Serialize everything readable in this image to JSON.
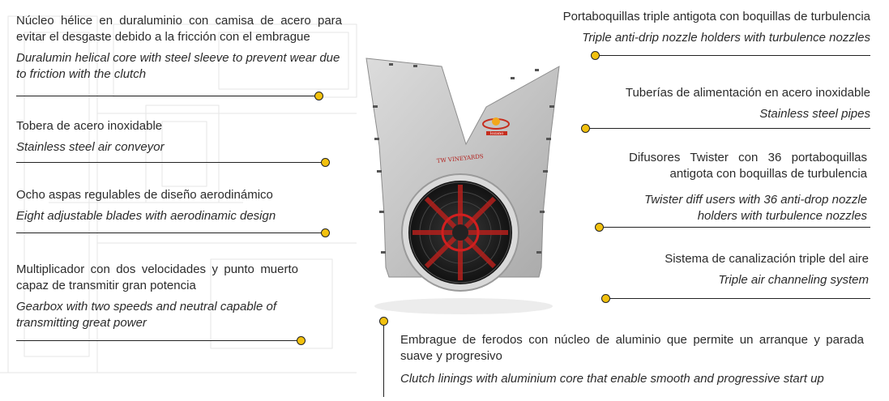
{
  "callouts": {
    "core": {
      "es": "Núcleo hélice en duraluminio con camisa de acero para evitar el desgaste debido a la fricción con el embrague",
      "en": "Duralumin helical core with steel sleeve to prevent wear due to friction with the clutch"
    },
    "nozzle": {
      "es": "Tobera de acero inoxidable",
      "en": "Stainless steel air conveyor"
    },
    "blades": {
      "es": "Ocho aspas regulables de diseño aerodinámico",
      "en": "Eight adjustable blades with aerodinamic design"
    },
    "gearbox": {
      "es": "Multiplicador con dos velocidades y punto muerto capaz de transmitir gran potencia",
      "en": "Gearbox with two speeds and neutral capable of transmitting great power"
    },
    "holders": {
      "es": "Portaboquillas triple antigota con boquillas de turbulencia",
      "en": "Triple anti-drip nozzle holders with turbulence nozzles"
    },
    "pipes": {
      "es": "Tuberías de alimentación en acero inoxidable",
      "en": "Stainless steel pipes"
    },
    "diffusers": {
      "es": "Difusores Twister con 36 portaboquillas antigota con boquillas de turbulencia",
      "en": "Twister diff users with 36 anti-drop nozzle holders with turbulence nozzles"
    },
    "channel": {
      "es": "Sistema de canalización triple del aire",
      "en": "Triple air channeling system"
    },
    "clutch": {
      "es": "Embrague de ferodos con núcleo de aluminio que permite un arranque y parada suave y progresivo",
      "en": "Clutch linings with aluminium core that enable smooth and progressive start up"
    }
  },
  "machine": {
    "label": "TW VINEYARDS",
    "brand": "lozano"
  },
  "colors": {
    "dot": "#f2c10e",
    "line": "#222222",
    "body": "#c9c9c9",
    "fan_red": "#b3201c"
  }
}
